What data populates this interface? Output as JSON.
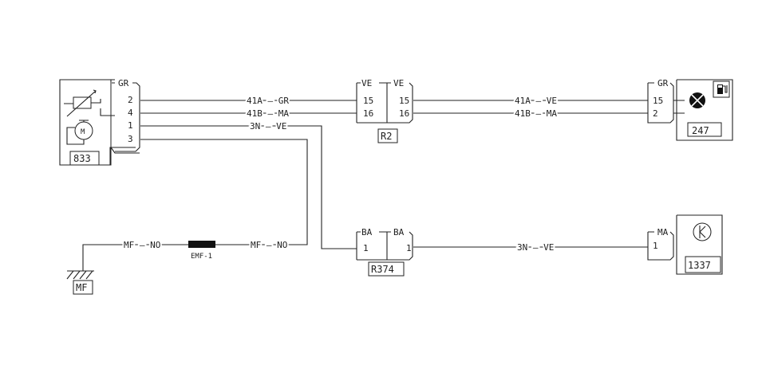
{
  "components": {
    "c833": {
      "id": "833",
      "connector_color": "GR",
      "pins": [
        "2",
        "4",
        "1",
        "3"
      ],
      "motor_letter": "M"
    },
    "c247": {
      "id": "247",
      "connector_color": "GR",
      "pins": [
        "15",
        "2"
      ]
    },
    "c1337": {
      "id": "1337",
      "connector_color": "MA",
      "pins": [
        "1"
      ]
    },
    "r2": {
      "id": "R2",
      "left_color": "VE",
      "right_color": "VE",
      "left_pins": [
        "15",
        "16"
      ],
      "right_pins": [
        "15",
        "16"
      ]
    },
    "r374": {
      "id": "R374",
      "left_color": "BA",
      "right_color": "BA",
      "left_pins": [
        "1"
      ],
      "right_pins": [
        "1"
      ]
    },
    "ground": {
      "id": "MF"
    },
    "fuse": {
      "id": "EMF-1"
    }
  },
  "wires": {
    "w1": "41A — GR",
    "w2": "41B — MA",
    "w3": "3N — VE",
    "w4": "41A — VE",
    "w5": "41B — MA",
    "w6": "3N — VE",
    "w7": "MF — NO",
    "w8": "MF — NO"
  }
}
